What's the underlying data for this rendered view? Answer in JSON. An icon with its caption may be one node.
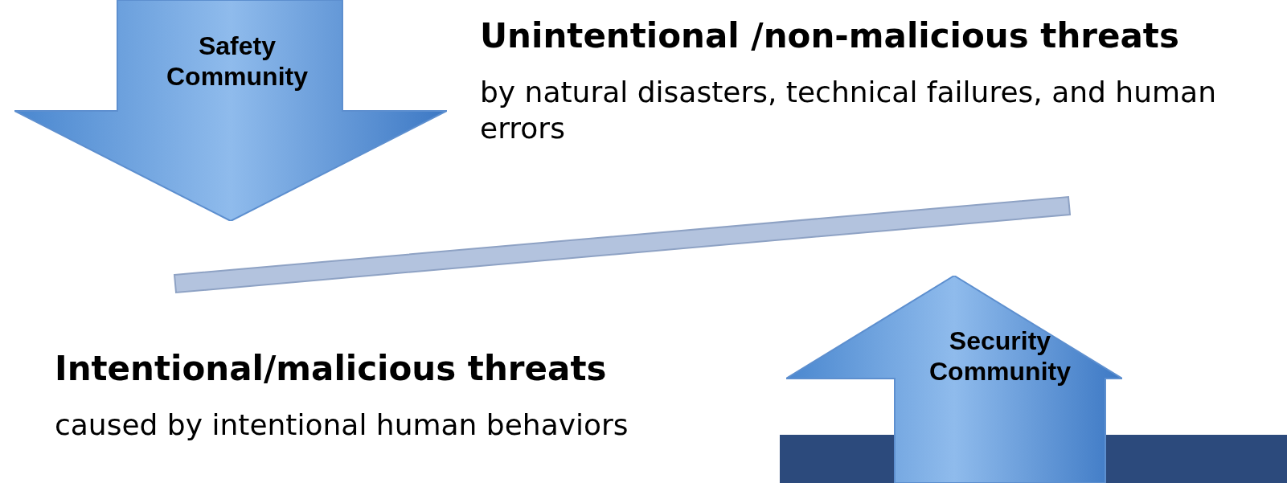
{
  "diagram": {
    "nodes": [
      {
        "text": [
          "Safety Community"
        ]
      },
      {
        "text": [
          "Security Community"
        ]
      },
      {
        "text": [],
        "shape": "bar"
      }
    ],
    "labels": [
      "Unintentional /non-malicious threats",
      "by natural disasters, technical failures, and human errors",
      "Intentional/malicious threats",
      "caused by intentional human behaviors"
    ]
  }
}
